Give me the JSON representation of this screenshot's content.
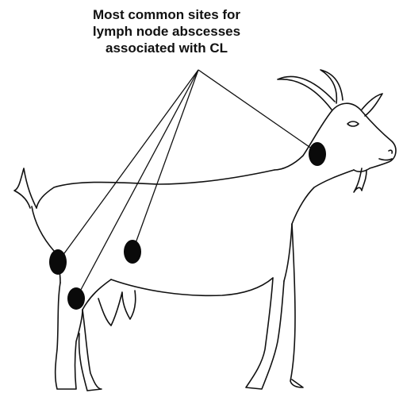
{
  "diagram": {
    "title_lines": [
      "Most common sites for",
      "lymph node abscesses",
      "associated with CL"
    ],
    "node_color": "#0a0a0a",
    "line_color": "#111111",
    "nodes": [
      {
        "id": "parotid"
      },
      {
        "id": "prescapular"
      },
      {
        "id": "prefemoral"
      },
      {
        "id": "popliteal"
      }
    ]
  }
}
